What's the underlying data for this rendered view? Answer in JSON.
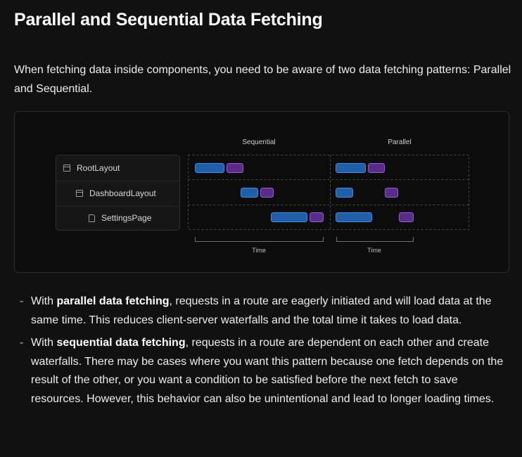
{
  "title": "Parallel and Sequential Data Fetching",
  "intro": "When fetching data inside components, you need to be aware of two data fetching patterns: Parallel and Sequential.",
  "diagram": {
    "columns": [
      "Sequential",
      "Parallel"
    ],
    "tree": [
      {
        "label": "RootLayout",
        "icon": "layout-icon"
      },
      {
        "label": "DashboardLayout",
        "icon": "layout-icon"
      },
      {
        "label": "SettingsPage",
        "icon": "page-icon"
      }
    ],
    "time_label": "Time",
    "colors": {
      "fetch": "#1f5fa8",
      "fetch_border": "#3b8ee8",
      "render": "#5a2c8a",
      "render_border": "#9b59d6"
    }
  },
  "bullets": [
    {
      "dash": "-",
      "prefix": "With ",
      "bold": "parallel data fetching",
      "rest": ", requests in a route are eagerly initiated and will load data at the same time. This reduces client-server waterfalls and the total time it takes to load data."
    },
    {
      "dash": "-",
      "prefix": "With ",
      "bold": "sequential data fetching",
      "rest": ", requests in a route are dependent on each other and create waterfalls. There may be cases where you want this pattern because one fetch depends on the result of the other, or you want a condition to be satisfied before the next fetch to save resources. However, this behavior can also be unintentional and lead to longer loading times."
    }
  ]
}
